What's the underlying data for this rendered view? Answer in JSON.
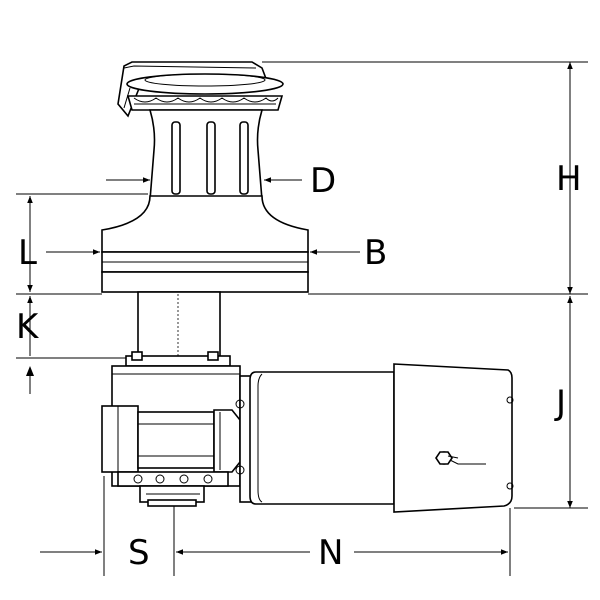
{
  "diagram": {
    "labels": {
      "H": "H",
      "D": "D",
      "L": "L",
      "B": "B",
      "K": "K",
      "J": "J",
      "S": "S",
      "N": "N"
    }
  }
}
